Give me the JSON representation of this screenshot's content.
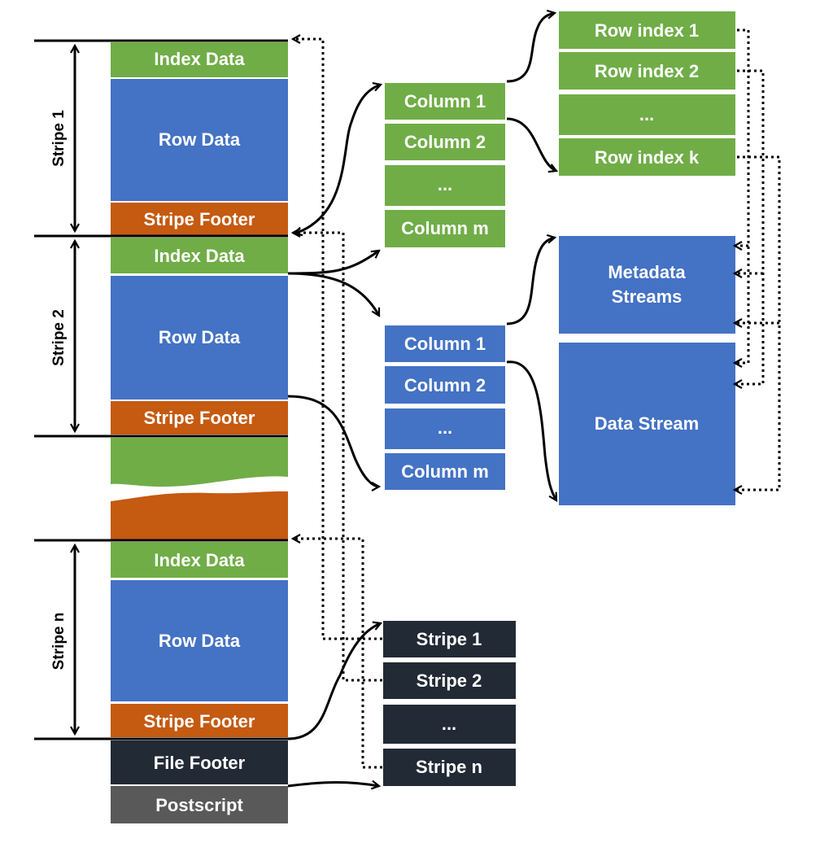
{
  "colors": {
    "green": "#70ad47",
    "blue": "#4472c4",
    "orange": "#c55a11",
    "navy": "#222a35",
    "gray": "#595959",
    "text": "#ffffff",
    "line": "#000000"
  },
  "file_layout": {
    "stripes": [
      {
        "label": "Stripe 1",
        "index_data": "Index Data",
        "row_data": "Row Data",
        "stripe_footer": "Stripe Footer"
      },
      {
        "label": "Stripe 2",
        "index_data": "Index Data",
        "row_data": "Row Data",
        "stripe_footer": "Stripe Footer"
      },
      {
        "label": "Stripe n",
        "index_data": "Index Data",
        "row_data": "Row Data",
        "stripe_footer": "Stripe Footer"
      }
    ],
    "file_footer": "File Footer",
    "postscript": "Postscript"
  },
  "index_columns": [
    "Column 1",
    "Column 2",
    "...",
    "Column m"
  ],
  "row_indexes": [
    "Row index 1",
    "Row index 2",
    "...",
    "Row index k"
  ],
  "footer_columns": [
    "Column 1",
    "Column 2",
    "...",
    "Column m"
  ],
  "streams": {
    "metadata": [
      "Metadata",
      "Streams"
    ],
    "data": "Data Stream"
  },
  "file_footer_stripes": [
    "Stripe 1",
    "Stripe 2",
    "...",
    "Stripe n"
  ]
}
